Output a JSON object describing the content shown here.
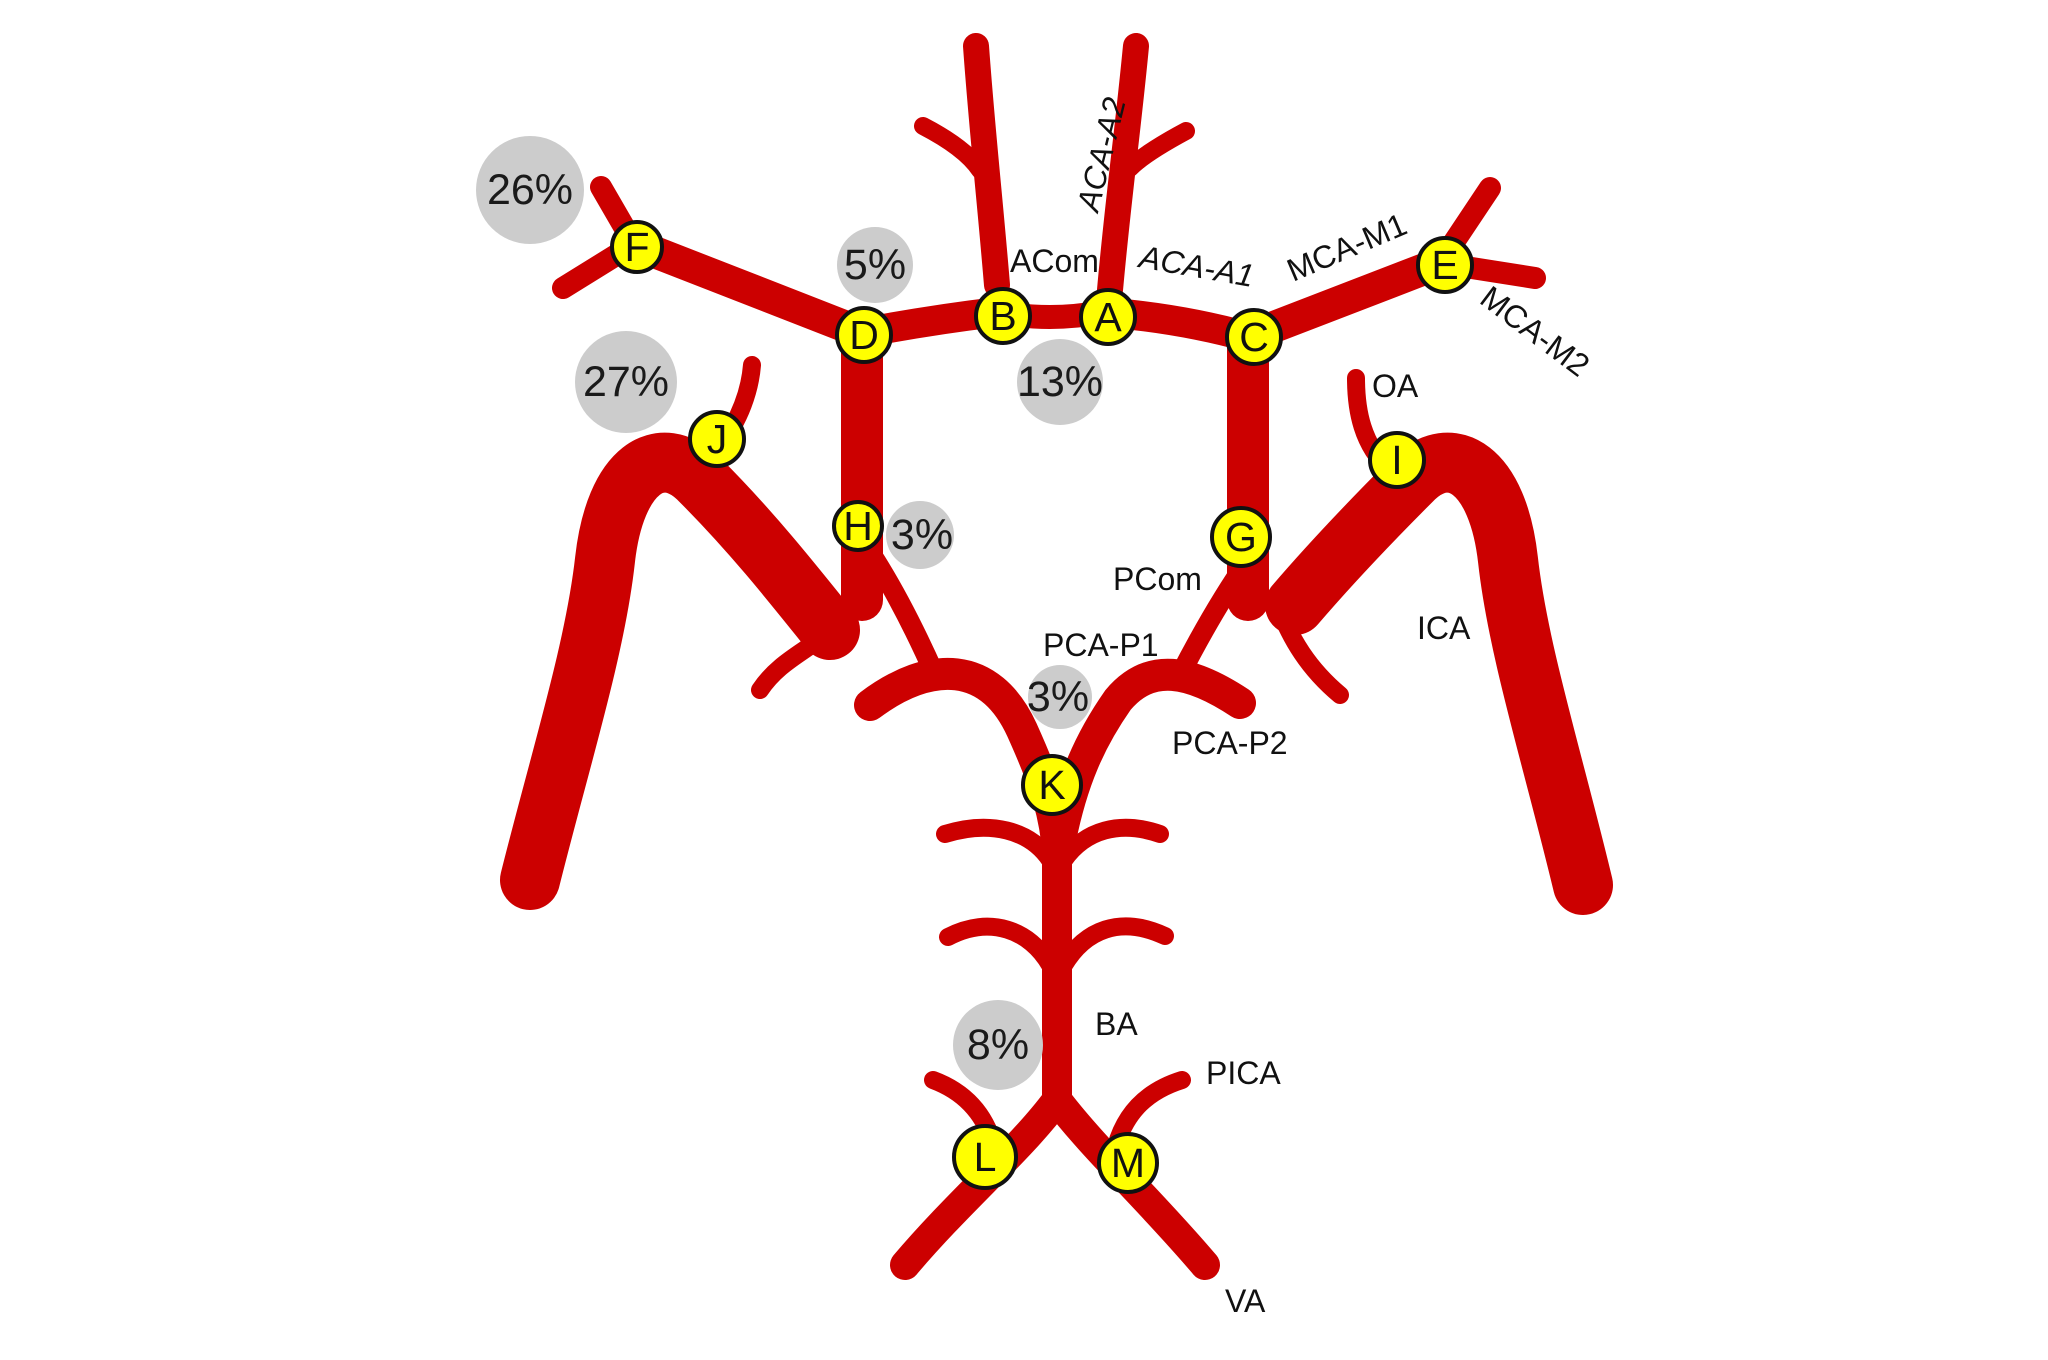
{
  "colors": {
    "vessel": "#cc0000",
    "marker_fill": "#ffff00",
    "bubble_fill": "#cccccc",
    "text": "#111111"
  },
  "markers": {
    "A": "A",
    "B": "B",
    "C": "C",
    "D": "D",
    "E": "E",
    "F": "F",
    "G": "G",
    "H": "H",
    "I": "I",
    "J": "J",
    "K": "K",
    "L": "L",
    "M": "M"
  },
  "percentages": {
    "f_region": "26%",
    "d_region": "5%",
    "acom_region": "13%",
    "j_region": "27%",
    "h_region": "3%",
    "k_region": "3%",
    "ba_region": "8%"
  },
  "vessel_labels": {
    "aca_a2": "ACA-A2",
    "acom": "ACom",
    "aca_a1": "ACA-A1",
    "mca_m1": "MCA-M1",
    "mca_m2": "MCA-M2",
    "oa": "OA",
    "pcom": "PCom",
    "ica": "ICA",
    "pca_p1": "PCA-P1",
    "pca_p2": "PCA-P2",
    "ba": "BA",
    "pica": "PICA",
    "va": "VA"
  }
}
